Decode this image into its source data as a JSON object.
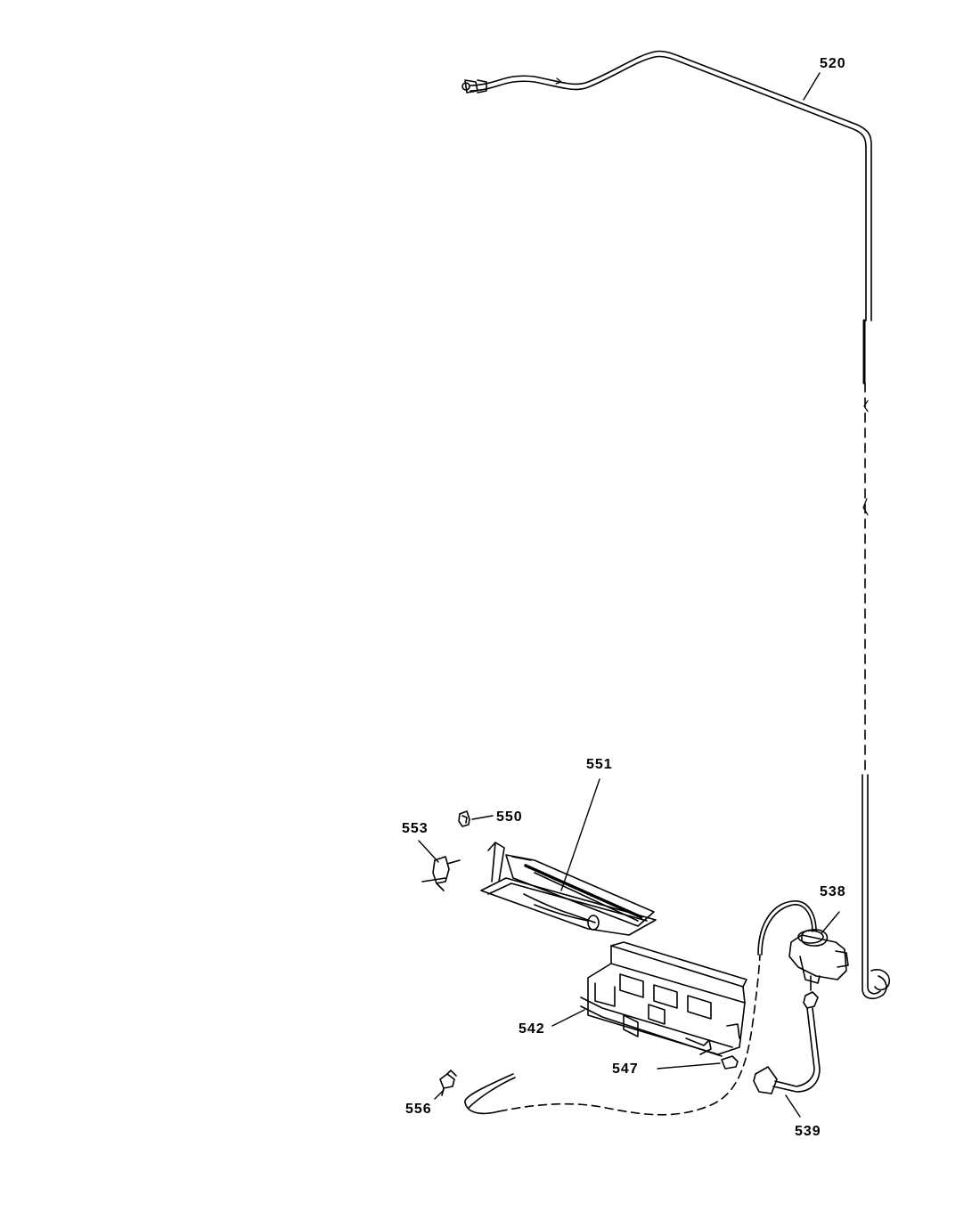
{
  "labels": {
    "p520": "520",
    "p551": "551",
    "p550": "550",
    "p553": "553",
    "p538": "538",
    "p542": "542",
    "p547": "547",
    "p556": "556",
    "p539": "539"
  },
  "colors": {
    "ink": "#000000",
    "paper": "#ffffff"
  }
}
